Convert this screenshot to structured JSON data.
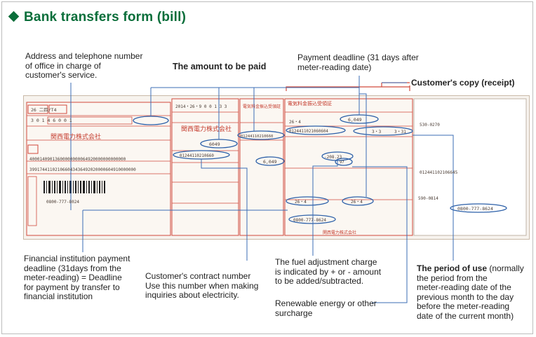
{
  "title": "Bank transfers form (bill)",
  "labels": {
    "address_office": "Address and telephone number\nof office in charge of\ncustomer's service.",
    "amount_to_pay": "The amount to be paid",
    "payment_deadline": "Payment deadline (31 days after\nmeter-reading date)",
    "customers_copy": "Customer's copy (receipt)",
    "financial_deadline": "Financial institution payment\ndeadline (31days from the\nmeter-reading) = Deadline\nfor payment by transfer to\nfinancial institution",
    "contract_number": "Customer's contract number\nUse this number when making\ninquiries about electricity.",
    "fuel_adjustment": "The fuel adjustment charge\nis indicated by + or - amount\nto be added/subtracted.",
    "renewable": "Renewable energy or other\nsurcharge",
    "period_of_use_title": "The period of use",
    "period_of_use_rest": " (normally\nthe period from the\nmeter-reading date of the\nprevious month to the day\nbefore the meter-reading\ndate of the current month)"
  },
  "form": {
    "company": "関西電力株式会社",
    "company_short": "関西電力株式会社",
    "amount": "6,049",
    "amount_alt": "6049",
    "contract_no": "0124411021060604",
    "contract_no_short": "01244110210660",
    "fuel": "-208.23",
    "renewable_val": "97",
    "phone": "0800-777-8624",
    "phone_alt": "0800-777-8024",
    "period_from": "3・3",
    "period_to": "3・31",
    "deadline_a": "26・4",
    "deadline_b": "26・4",
    "code_num": "530-0270",
    "code_num2": "590-0814",
    "bank_num": "40001409013600000000064920000000000000",
    "bank_num2": "399174411021066043436492020000604910000000",
    "small_num": "012441102106645"
  },
  "colors": {
    "green": "#0a6e3a",
    "red": "#d04a3c",
    "blue": "#2b5fa8",
    "line": "#3b6db5"
  }
}
